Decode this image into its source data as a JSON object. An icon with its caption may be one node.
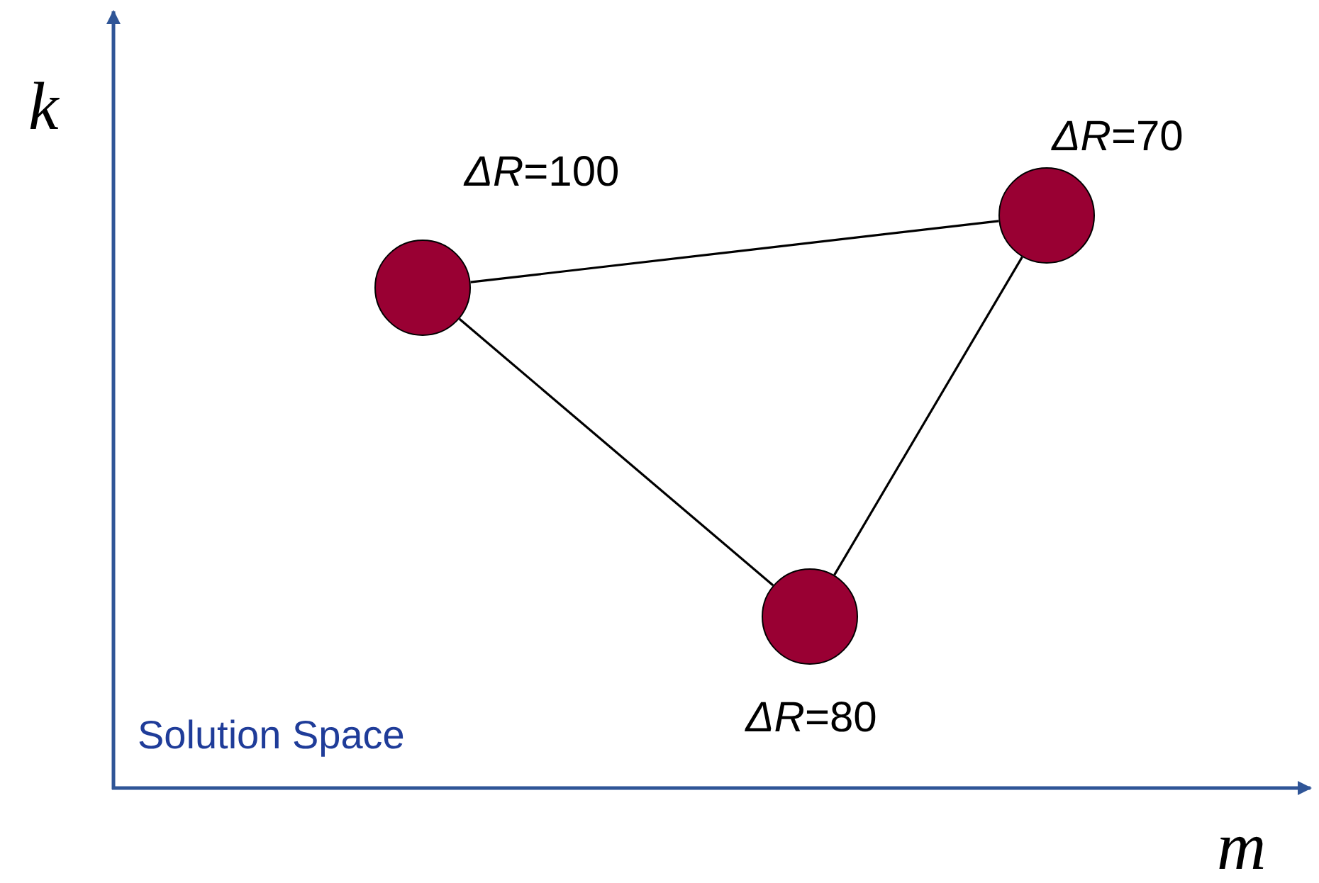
{
  "diagram": {
    "nodes": [
      {
        "text": [],
        "shape": "circle",
        "beside": [
          "*ΔR*=100"
        ]
      },
      {
        "text": [],
        "shape": "circle",
        "beside": [
          "*ΔR*=70"
        ]
      },
      {
        "text": [],
        "shape": "circle",
        "beside": [
          "*ΔR*=80"
        ]
      }
    ],
    "edges": [
      {
        "from": 0,
        "to": 1,
        "arrow": "none"
      },
      {
        "from": 1,
        "to": 2,
        "arrow": "none"
      },
      {
        "from": 0,
        "to": 2,
        "arrow": "none"
      }
    ],
    "labels": [
      "k",
      "Solution Space",
      "m"
    ]
  }
}
